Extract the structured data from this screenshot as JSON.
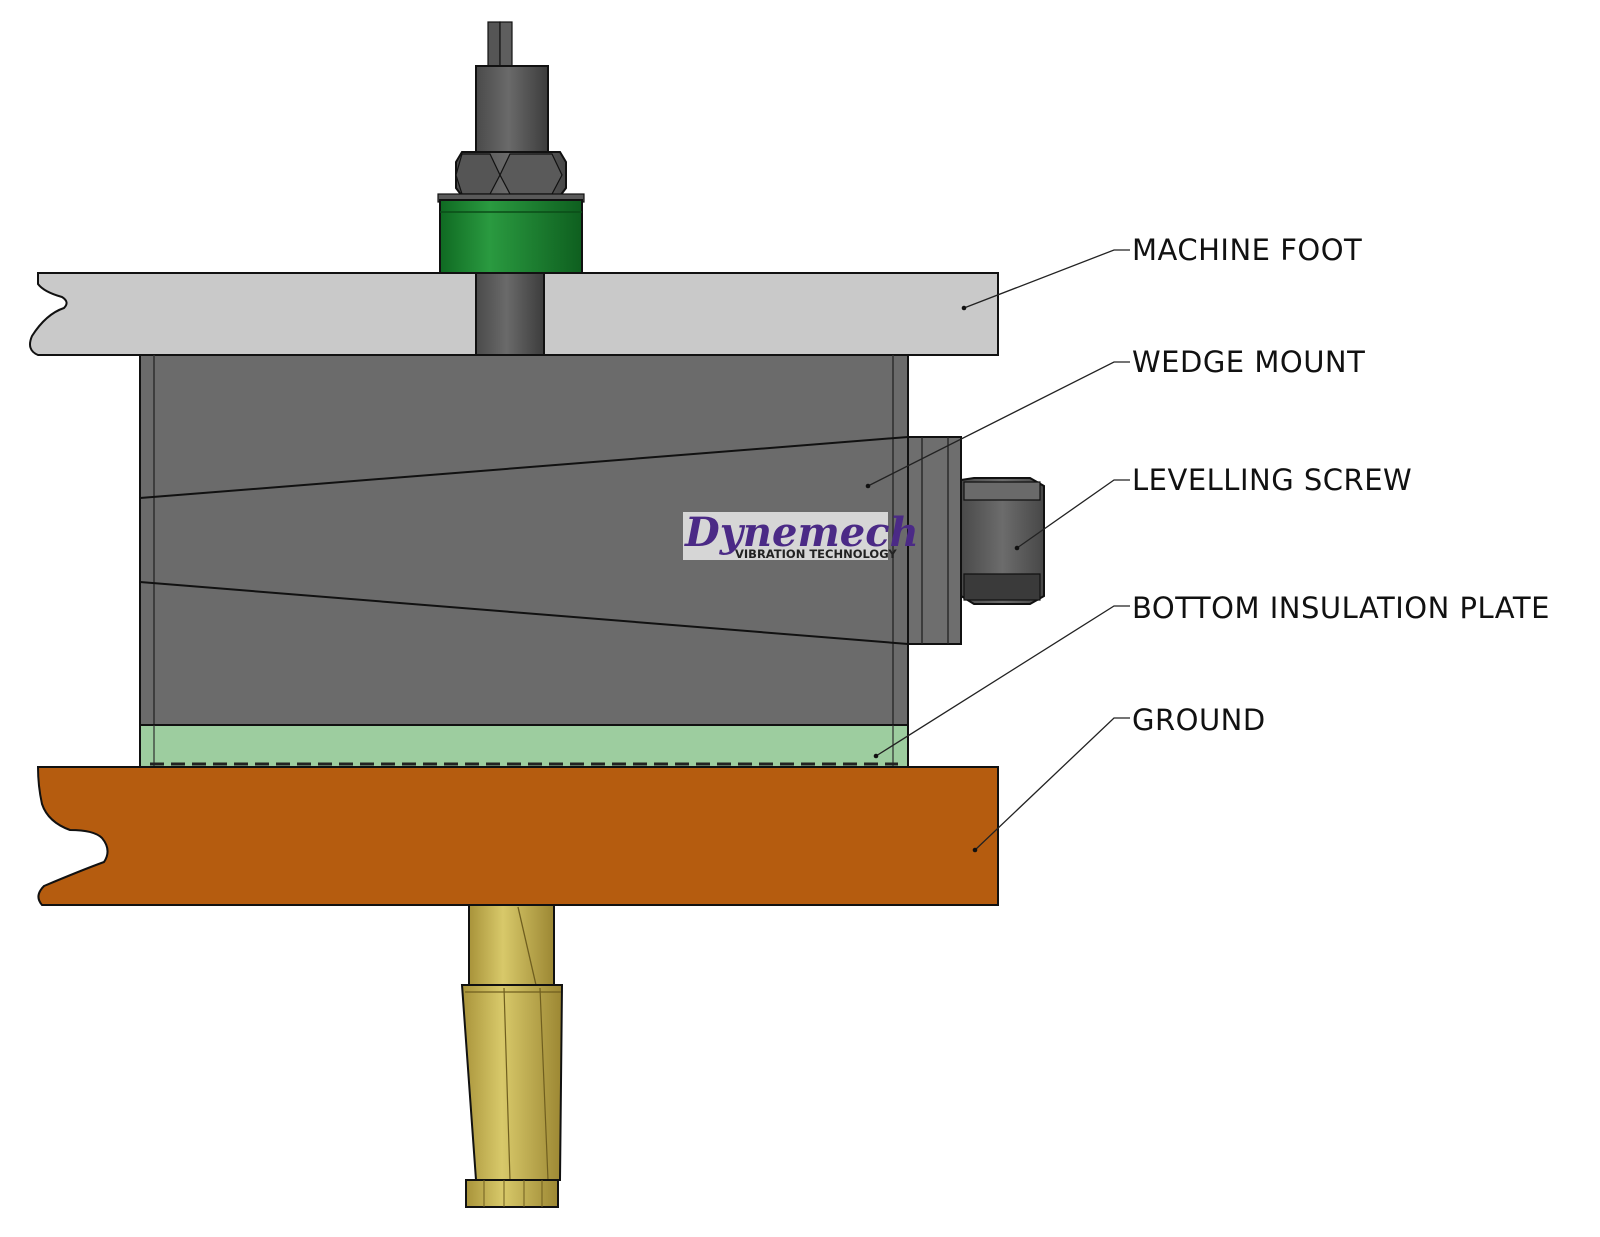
{
  "labels": {
    "machine_foot": "MACHINE FOOT",
    "wedge_mount": "WEDGE MOUNT",
    "levelling_screw": "LEVELLING SCREW",
    "bottom_insulation_plate": "BOTTOM INSULATION PLATE",
    "ground": "GROUND"
  },
  "logo": {
    "name": "Dynemech",
    "tagline": "VIBRATION TECHNOLOGY"
  },
  "colors": {
    "machine_foot": "#c9c9c9",
    "wedge_body": "#6b6b6b",
    "washer": "#1f8a34",
    "insulation": "#9dcd9f",
    "ground": "#b55c0f",
    "anchor": "#c8b54e",
    "logo_text": "#4b2a86"
  }
}
